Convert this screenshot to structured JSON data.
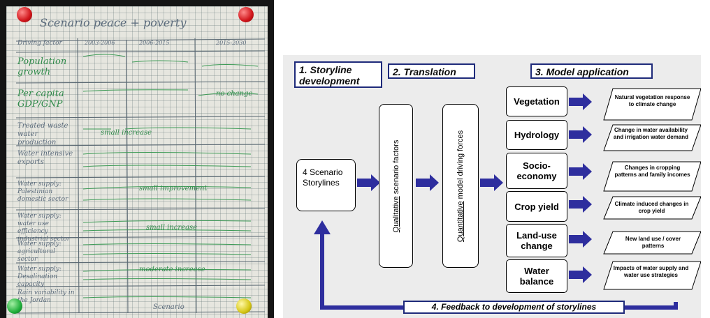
{
  "colors": {
    "arrow_blue": "#2e2e9e",
    "header_border": "#1e2a7a",
    "diagram_bg": "#ececec"
  },
  "photo": {
    "pins": [
      "red",
      "red",
      "green",
      "yellow"
    ],
    "title": "Scenario   peace   +   poverty",
    "column_headers": [
      "Driving factor",
      "2003-2006",
      "2006-2015",
      "2015-2030"
    ],
    "row_labels": [
      "Population growth",
      "Per capita GDP/GNP",
      "Treated waste water production",
      "Water intensive exports",
      "Water supply: Palestinian domestic sector",
      "Water supply: water use efficiency industrial sector",
      "Water supply: agricultural sector",
      "Water supply: Desalination capacity",
      "Rain variability in the Jordan"
    ],
    "notes": [
      "small increase",
      "small improvement",
      "small increase",
      "moderate increase",
      "no change",
      "Scenario"
    ]
  },
  "diagram": {
    "headers": {
      "storyline": "1. Storyline development",
      "translation": "2. Translation",
      "model": "3. Model application"
    },
    "storylines_box": "4 Scenario Storylines",
    "qualitative": {
      "underlined": "Qualitative",
      "rest": " scenario factors"
    },
    "quantitative": {
      "underlined": "Quantitative",
      "rest": " model driving forces"
    },
    "models": [
      "Vegetation",
      "Hydrology",
      "Socio-economy",
      "Crop yield",
      "Land-use change",
      "Water balance"
    ],
    "outputs": [
      "Natural vegetation response to climate change",
      "Change in water availability and irrigation water demand",
      "Changes in cropping patterns and family incomes",
      "Climate induced changes in crop yield",
      "New land use / cover patterns",
      "Impacts of water supply and water use strategies"
    ],
    "feedback": "4. Feedback to development of storylines"
  }
}
